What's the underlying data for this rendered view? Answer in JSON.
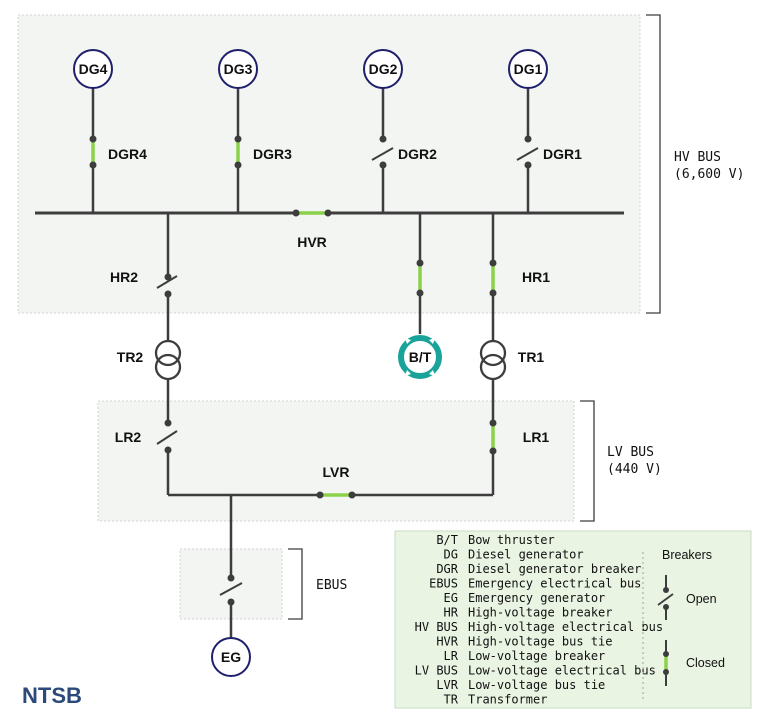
{
  "colors": {
    "line": "#3d3d3d",
    "dot": "#3d3d3d",
    "closed": "#8bd24a",
    "gen_ring": "#1f1f6b",
    "thruster": "#1aa39a",
    "region_fill": "#f3f5f3",
    "legend_fill": "#e9f4e3",
    "logo": "#2b4a7a"
  },
  "generators": [
    {
      "id": "dg4",
      "label": "DG4",
      "breaker": "DGR4",
      "state": "closed"
    },
    {
      "id": "dg3",
      "label": "DG3",
      "breaker": "DGR3",
      "state": "closed"
    },
    {
      "id": "dg2",
      "label": "DG2",
      "breaker": "DGR2",
      "state": "open"
    },
    {
      "id": "dg1",
      "label": "DG1",
      "breaker": "DGR1",
      "state": "open"
    }
  ],
  "hv_bus": {
    "line1": "HV BUS",
    "line2": "(6,600 V)"
  },
  "lv_bus": {
    "line1": "LV BUS",
    "line2": "(440 V)"
  },
  "ebus": {
    "label": "EBUS"
  },
  "hvr": {
    "label": "HVR",
    "state": "closed"
  },
  "lvr": {
    "label": "LVR",
    "state": "closed"
  },
  "hr2": {
    "label": "HR2",
    "state": "open"
  },
  "hr1": {
    "label": "HR1",
    "state": "closed"
  },
  "tr2": {
    "label": "TR2"
  },
  "tr1": {
    "label": "TR1"
  },
  "bt": {
    "label": "B/T"
  },
  "lr2": {
    "label": "LR2",
    "state": "open"
  },
  "lr1": {
    "label": "LR1",
    "state": "closed"
  },
  "eg": {
    "label": "EG"
  },
  "legend": {
    "entries": [
      {
        "abbr": "B/T",
        "desc": "Bow thruster"
      },
      {
        "abbr": "DG",
        "desc": "Diesel generator"
      },
      {
        "abbr": "DGR",
        "desc": "Diesel generator breaker"
      },
      {
        "abbr": "EBUS",
        "desc": "Emergency electrical bus"
      },
      {
        "abbr": "EG",
        "desc": "Emergency generator"
      },
      {
        "abbr": "HR",
        "desc": "High-voltage breaker"
      },
      {
        "abbr": "HV BUS",
        "desc": "High-voltage electrical bus"
      },
      {
        "abbr": "HVR",
        "desc": "High-voltage bus tie"
      },
      {
        "abbr": "LR",
        "desc": "Low-voltage breaker"
      },
      {
        "abbr": "LV BUS",
        "desc": "Low-voltage electrical bus"
      },
      {
        "abbr": "LVR",
        "desc": "Low-voltage bus tie"
      },
      {
        "abbr": "TR",
        "desc": "Transformer"
      }
    ],
    "breakers_title": "Breakers",
    "open_label": "Open",
    "closed_label": "Closed"
  },
  "logo": "NTSB"
}
